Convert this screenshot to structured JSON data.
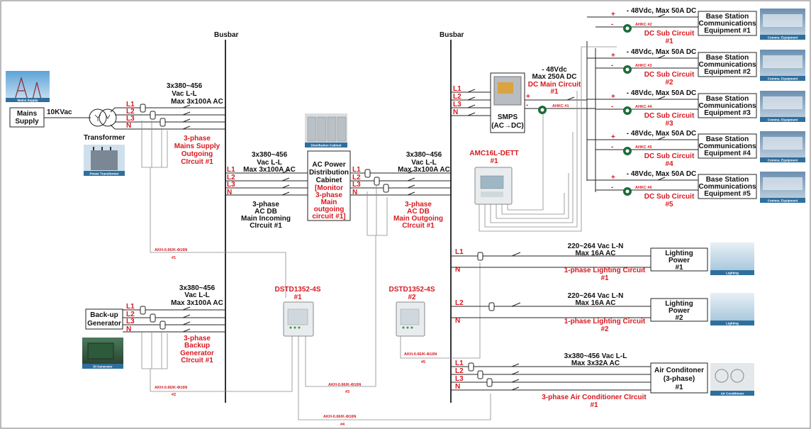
{
  "busbars": [
    "Busbar",
    "Busbar"
  ],
  "mains": {
    "supply_label": [
      "Mains",
      "Supply"
    ],
    "voltage": "10KVac",
    "transformer": "Transformer",
    "photo_caption_top": "Mains Supply",
    "photo_caption_transformer": "Power Transformer",
    "spec": [
      "3x380~456",
      "Vac L-L",
      "Max 3x100A AC"
    ],
    "circuit": [
      "3-phase",
      "Mains Supply",
      "Outgoing",
      "CIrcuit #1"
    ],
    "phases": [
      "L1",
      "L2",
      "L3",
      "N"
    ]
  },
  "backup": {
    "label": [
      "Back-up",
      "Generator"
    ],
    "photo_caption": "DI Generator",
    "spec": [
      "3x380~456",
      "Vac L-L",
      "Max 3x100A AC"
    ],
    "circuit": [
      "3-phase",
      "Backup",
      "Generator",
      "CIrcuit #1"
    ],
    "phases": [
      "L1",
      "L2",
      "L3",
      "N"
    ]
  },
  "ac_db": {
    "spec_in": [
      "3x380~456",
      "Vac L-L",
      "Max 3x100A AC"
    ],
    "incoming": [
      "3-phase",
      "AC DB",
      "Main Incoming",
      "CIrcuit #1"
    ],
    "cabinet": [
      "AC Power",
      "Distribution",
      "Cabinet"
    ],
    "cabinet_note": [
      "[Monitor",
      "3-phase",
      "Main",
      "outgoing",
      "circuit #1]"
    ],
    "photo_caption": "Distribution Cabinet",
    "spec_out": [
      "3x380~456",
      "Vac L-L",
      "Max 3x100A AC"
    ],
    "outgoing": [
      "3-phase",
      "AC DB",
      "Main Outgoing",
      "CIrcuit #1"
    ],
    "phases": [
      "L1",
      "L2",
      "L3",
      "N"
    ]
  },
  "smps": {
    "label": [
      "SMPS",
      "(AC→DC)"
    ],
    "phases": [
      "L1",
      "L2",
      "L3",
      "N"
    ],
    "dc_spec": [
      "- 48Vdc",
      "Max 250A DC"
    ],
    "dc_main": [
      "DC Main Circuit",
      "#1"
    ],
    "ahkc_main": "AHKC #1"
  },
  "meter": {
    "name": "AMC16L-DETT",
    "num": "#1"
  },
  "dc_subs": [
    {
      "spec": "- 48Vdc, Max 50A DC",
      "ahkc": "AHKC #2",
      "circuit": "DC Sub Circuit",
      "num": "#1",
      "equip": [
        "Base Station",
        "Communications",
        "Equipment #1"
      ],
      "photo": "Commu. Equipment"
    },
    {
      "spec": "- 48Vdc, Max 50A DC",
      "ahkc": "AHKC #3",
      "circuit": "DC Sub Circuit",
      "num": "#2",
      "equip": [
        "Base Station",
        "Communications",
        "Equipment #2"
      ],
      "photo": "Commu. Equipment"
    },
    {
      "spec": "- 48Vdc, Max 50A DC",
      "ahkc": "AHKC #4",
      "circuit": "DC Sub Circuit",
      "num": "#3",
      "equip": [
        "Base Station",
        "Communications",
        "Equipment #3"
      ],
      "photo": "Commu. Equipment"
    },
    {
      "spec": "- 48Vdc, Max 50A DC",
      "ahkc": "AHKC #5",
      "circuit": "DC Sub Circuit",
      "num": "#4",
      "equip": [
        "Base Station",
        "Communications",
        "Equipment #4"
      ],
      "photo": "Commu. Equipment"
    },
    {
      "spec": "- 48Vdc, Max 50A DC",
      "ahkc": "AHKC #6",
      "circuit": "DC Sub Circuit",
      "num": "#5",
      "equip": [
        "Base Station",
        "Communications",
        "Equipment #5"
      ],
      "photo": "Commu. Equipment"
    }
  ],
  "lighting": [
    {
      "phase": "L1",
      "spec": [
        "220~264 Vac L-N",
        "Max 16A AC"
      ],
      "circuit": [
        "1-phase Lighting Circuit",
        "#1"
      ],
      "load": [
        "Lighting",
        "Power",
        "#1"
      ],
      "photo": "Lighting"
    },
    {
      "phase": "L2",
      "spec": [
        "220~264 Vac L-N",
        "Max 16A AC"
      ],
      "circuit": [
        "1-phase Lighting Circuit",
        "#2"
      ],
      "load": [
        "Lighting",
        "Power",
        "#2"
      ],
      "photo": "Lighting"
    }
  ],
  "aircon": {
    "phases": [
      "L1",
      "L2",
      "L3",
      "N"
    ],
    "spec": [
      "3x380~456 Vac L-L",
      "Max 3x32A AC"
    ],
    "circuit": [
      "3-phase Air Conditioner CIrcuit",
      "#1"
    ],
    "load": [
      "Air Conditoner",
      "(3-phase)",
      "#1"
    ],
    "photo": "Air Conditioner"
  },
  "monitors": [
    {
      "name": "DSTD1352-4S",
      "num": "#1"
    },
    {
      "name": "DSTD1352-4S",
      "num": "#2"
    }
  ],
  "sensors": [
    {
      "label": "AKH-0.66/K-Φ16N",
      "num": "#1"
    },
    {
      "label": "AKH-0.66/K-Φ16N",
      "num": "#2"
    },
    {
      "label": "AKH-0.66/K-Φ16N",
      "num": "#3"
    },
    {
      "label": "AKH-0.66/K-Φ16N",
      "num": "#4"
    },
    {
      "label": "AKH-0.66/K-Φ16N",
      "num": "#5"
    }
  ],
  "dc_polarity": {
    "plus": "+",
    "minus": "-"
  },
  "colors": {
    "accent": "#d71920",
    "line": "#222222",
    "thin": "#8a8a8a"
  }
}
